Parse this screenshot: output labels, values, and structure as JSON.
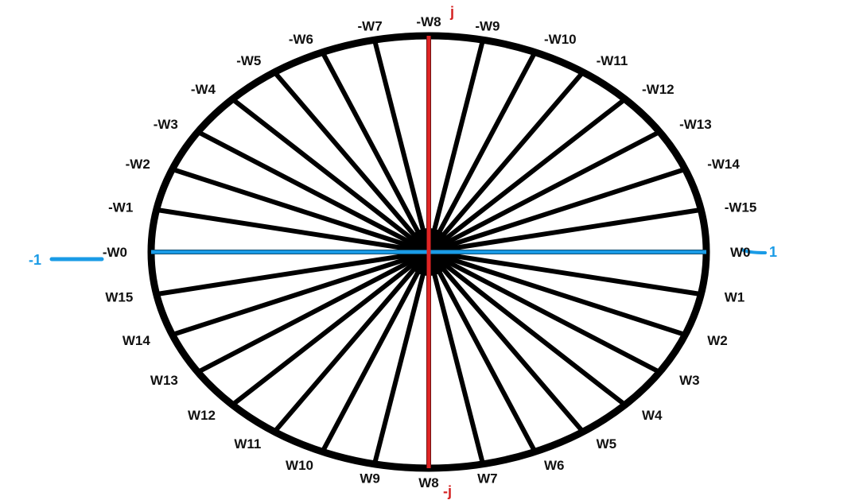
{
  "diagram": {
    "ring_count": 16,
    "colors": {
      "spoke": "#000000",
      "rim": "#000000",
      "imag_axis": "#e02424",
      "real_axis": "#1a9be6",
      "background": "#ffffff"
    },
    "rim_labels": {
      "upper": [
        "-W0",
        "-W1",
        "-W2",
        "-W3",
        "-W4",
        "-W5",
        "-W6",
        "-W7",
        "-W8",
        "-W9",
        "-W10",
        "-W11",
        "-W12",
        "-W13",
        "-W14",
        "-W15"
      ],
      "lower": [
        "W0",
        "W1",
        "W2",
        "W3",
        "W4",
        "W5",
        "W6",
        "W7",
        "W8",
        "W9",
        "W10",
        "W11",
        "W12",
        "W13",
        "W14",
        "W15"
      ]
    },
    "axis_labels": {
      "top": "j",
      "bottom": "-j",
      "left": "-1",
      "right": "1"
    }
  }
}
